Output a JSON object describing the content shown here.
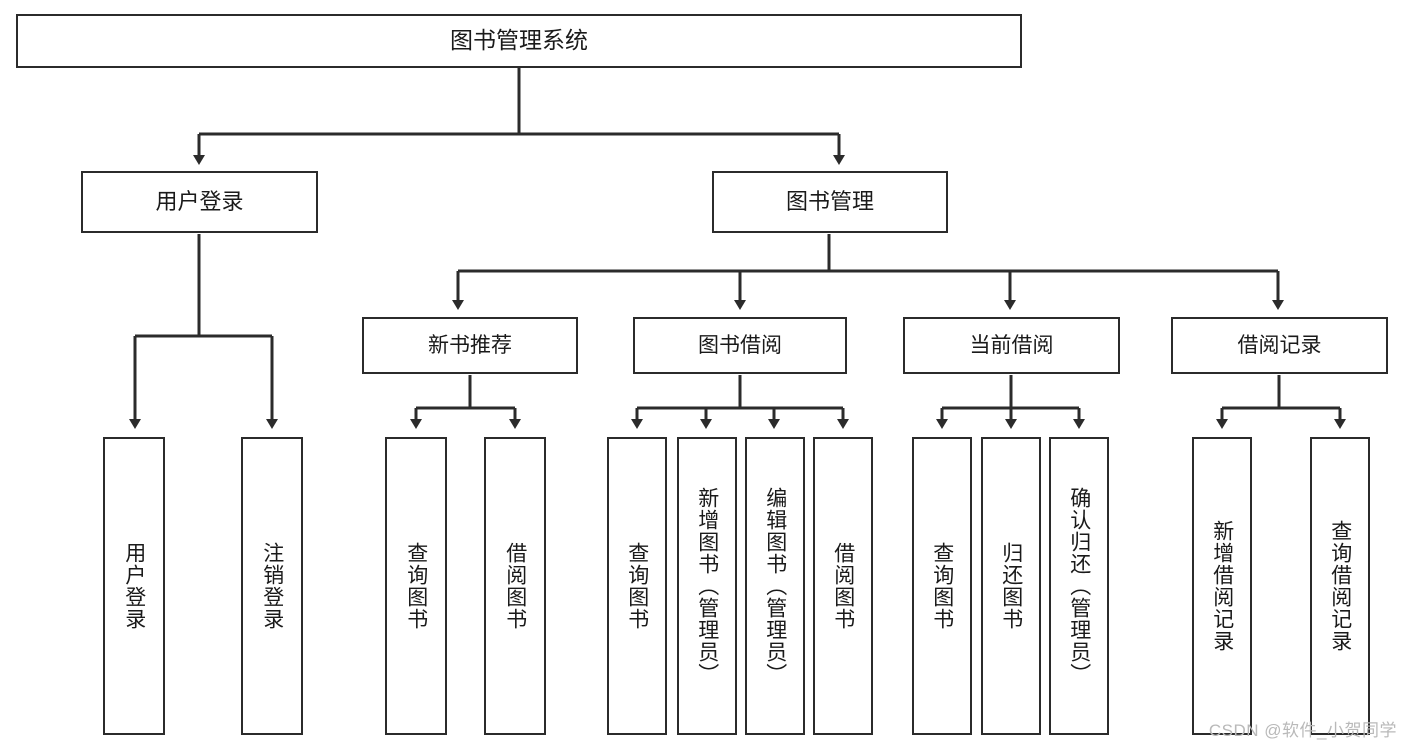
{
  "diagram": {
    "type": "tree",
    "title": "图书管理系统",
    "watermark": "CSDN @软件_小贺同学",
    "colors": {
      "box_border": "#2b2b2b",
      "box_fill": "#ffffff",
      "connector": "#2b2b2b",
      "text": "#1a1a1a",
      "watermark": "#b9b9b9",
      "background": "#ffffff"
    },
    "root": {
      "label": "图书管理系统"
    },
    "level2": [
      {
        "label": "用户登录"
      },
      {
        "label": "图书管理"
      }
    ],
    "level3": [
      {
        "label": "新书推荐"
      },
      {
        "label": "图书借阅"
      },
      {
        "label": "当前借阅"
      },
      {
        "label": "借阅记录"
      }
    ],
    "leaves": {
      "user_login": [
        {
          "label": "用户登录"
        },
        {
          "label": "注销登录"
        }
      ],
      "new_book": [
        {
          "label": "查询图书"
        },
        {
          "label": "借阅图书"
        }
      ],
      "book_borrow": [
        {
          "label": "查询图书"
        },
        {
          "label": "新增图书（管理员）"
        },
        {
          "label": "编辑图书（管理员）"
        },
        {
          "label": "借阅图书"
        }
      ],
      "current_borrow": [
        {
          "label": "查询图书"
        },
        {
          "label": "归还图书"
        },
        {
          "label": "确认归还（管理员）"
        }
      ],
      "borrow_record": [
        {
          "label": "新增借阅记录"
        },
        {
          "label": "查询借阅记录"
        }
      ]
    }
  }
}
